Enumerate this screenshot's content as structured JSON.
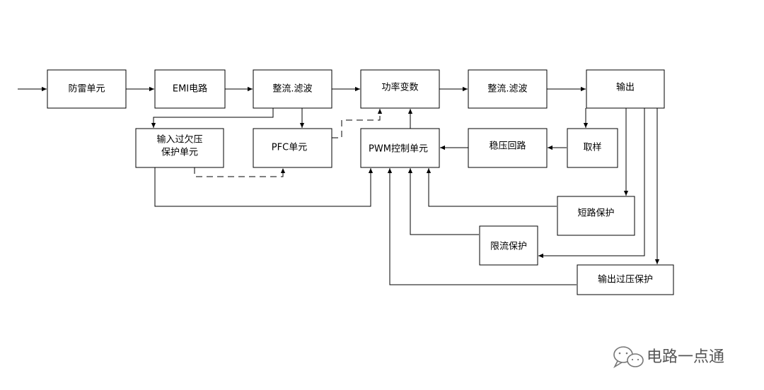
{
  "blocks": {
    "lightning": "防雷单元",
    "emi": "EMI电路",
    "rectify1": "整流.滤波",
    "power_convert": "功率变数",
    "rectify2": "整流.滤波",
    "output": "输出",
    "input_protect_line1": "输入过欠压",
    "input_protect_line2": "保护单元",
    "pfc": "PFC单元",
    "pwm": "PWM控制单元",
    "regulator": "稳压回路",
    "sampling": "取样",
    "short_protect": "短路保护",
    "current_limit": "限流保护",
    "overvoltage": "输出过压保护"
  },
  "watermark": {
    "text": "电路一点通"
  }
}
